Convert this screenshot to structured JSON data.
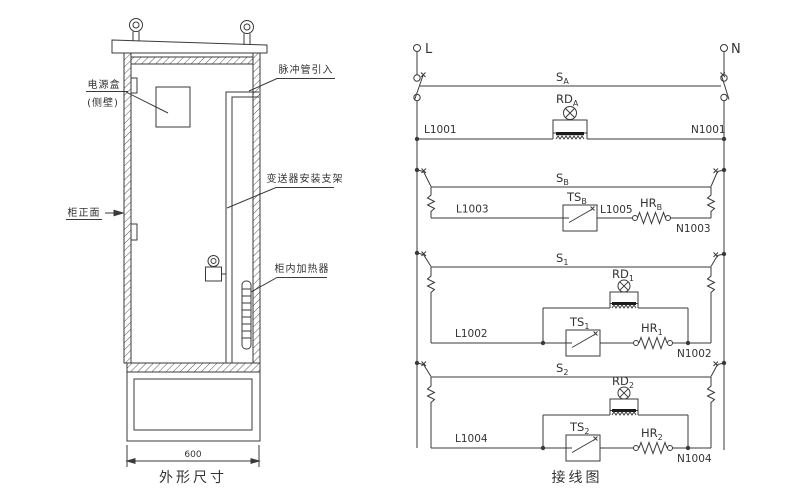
{
  "colors": {
    "ink": "#3a3a3a",
    "background": "#ffffff"
  },
  "left_drawing": {
    "caption": "外形尺寸",
    "dimension_width": "600",
    "labels": {
      "power_box": "电源盒",
      "power_box_location": "(侧壁)",
      "cabinet_front": "柜正面",
      "pulse_tube_inlet": "脉冲管引入",
      "transmitter_bracket": "变送器安装支架",
      "cabinet_heater": "柜内加热器"
    }
  },
  "right_drawing": {
    "caption": "接线图",
    "terminals": {
      "live": "L",
      "neutral": "N"
    },
    "rows": [
      {
        "switch": {
          "base": "S",
          "sub": "A"
        },
        "lamp": {
          "base": "RD",
          "sub": "A"
        },
        "wire_left": "L1001",
        "wire_right": "N1001"
      },
      {
        "switch": {
          "base": "S",
          "sub": "B"
        },
        "thermostat": {
          "base": "TS",
          "sub": "B"
        },
        "heater": {
          "base": "HR",
          "sub": "B"
        },
        "wire_left": "L1003",
        "wire_mid": "L1005",
        "wire_right": "N1003"
      },
      {
        "switch": {
          "base": "S",
          "sub": "1"
        },
        "lamp": {
          "base": "RD",
          "sub": "1"
        },
        "thermostat": {
          "base": "TS",
          "sub": "1"
        },
        "heater": {
          "base": "HR",
          "sub": "1"
        },
        "wire_left": "L1002",
        "wire_right": "N1002"
      },
      {
        "switch": {
          "base": "S",
          "sub": "2"
        },
        "lamp": {
          "base": "RD",
          "sub": "2"
        },
        "thermostat": {
          "base": "TS",
          "sub": "2"
        },
        "heater": {
          "base": "HR",
          "sub": "2"
        },
        "wire_left": "L1004",
        "wire_right": "N1004"
      }
    ]
  }
}
